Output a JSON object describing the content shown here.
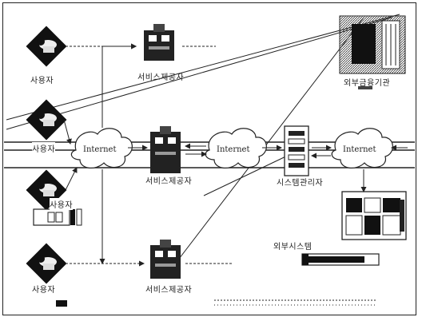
{
  "nodes": {
    "user_1": "사용자",
    "user_2": "사용자",
    "user_3": "사용자",
    "user_4": "사용자",
    "service_provider_top": "서비스제공자",
    "service_provider_mid": "서비스제공자",
    "service_provider_bottom": "서비스제공자",
    "system_manager": "시스템관리자",
    "financial_institution": "외부금융기관",
    "system_bottom_right": "외부시스템"
  },
  "clouds": {
    "internet_1": "Internet",
    "internet_2": "Internet",
    "internet_3": "Internet"
  }
}
